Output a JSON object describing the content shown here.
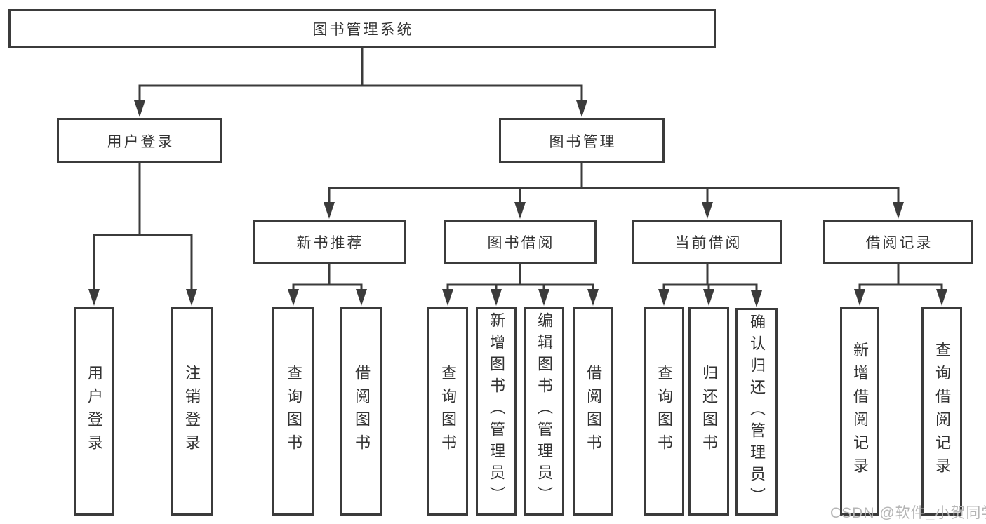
{
  "diagram": {
    "title": "图书管理系统",
    "level2": [
      "用户登录",
      "图书管理"
    ],
    "level3": [
      "新书推荐",
      "图书借阅",
      "当前借阅",
      "借阅记录"
    ],
    "leaves": {
      "user_login": [
        "用户登录",
        "注销登录"
      ],
      "new_books": [
        "查询图书",
        "借阅图书"
      ],
      "book_borrow": [
        "查询图书",
        "新增图书（管理员）",
        "编辑图书（管理员）",
        "借阅图书"
      ],
      "current_borrow": [
        "查询图书",
        "归还图书",
        "确认归还（管理员）"
      ],
      "borrow_records": [
        "新增借阅记录",
        "查询借阅记录"
      ]
    }
  },
  "watermark": "CSDN @软件_小贺同学",
  "colors": {
    "line": "#3b3b3b",
    "text": "#333333",
    "watermark": "#b5b5b5",
    "background": "#ffffff"
  }
}
